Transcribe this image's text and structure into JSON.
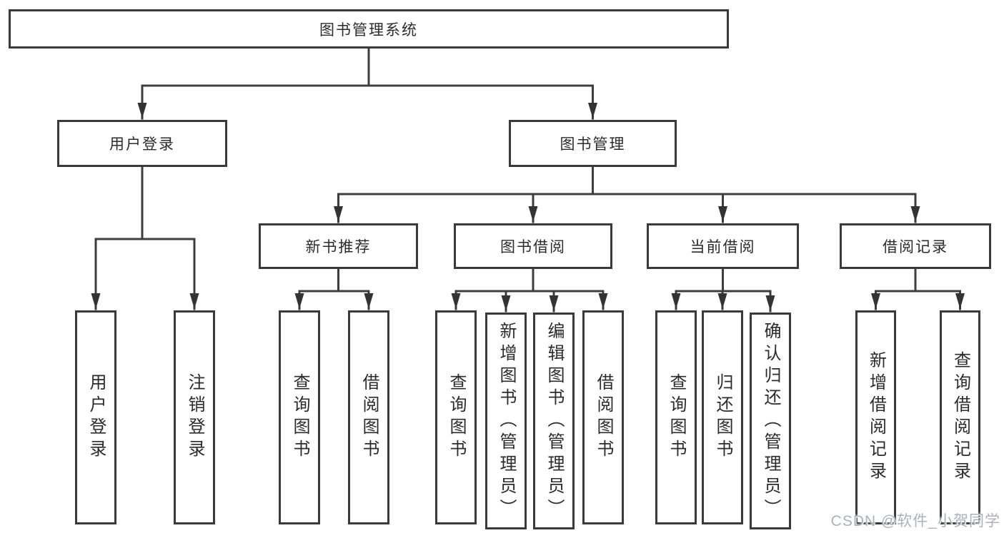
{
  "tree": {
    "label": "图书管理系统",
    "children": [
      {
        "label": "用户登录",
        "children": [
          {
            "label": "用户登录"
          },
          {
            "label": "注销登录"
          }
        ]
      },
      {
        "label": "图书管理",
        "children": [
          {
            "label": "新书推荐",
            "children": [
              {
                "label": "查询图书"
              },
              {
                "label": "借阅图书"
              }
            ]
          },
          {
            "label": "图书借阅",
            "children": [
              {
                "label": "查询图书"
              },
              {
                "label": "新增图书（管理员）"
              },
              {
                "label": "编辑图书（管理员）"
              },
              {
                "label": "借阅图书"
              }
            ]
          },
          {
            "label": "当前借阅",
            "children": [
              {
                "label": "查询图书"
              },
              {
                "label": "归还图书"
              },
              {
                "label": "确认归还（管理员）"
              }
            ]
          },
          {
            "label": "借阅记录",
            "children": [
              {
                "label": "新增借阅记录"
              },
              {
                "label": "查询借阅记录"
              }
            ]
          }
        ]
      }
    ]
  },
  "watermark": {
    "text": "CSDN @软件_小贺同学"
  },
  "colors": {
    "line": "#3d3d3d",
    "border": "#3a3a3a",
    "text": "#2b2b2b",
    "watermark": "#a8adb5"
  }
}
